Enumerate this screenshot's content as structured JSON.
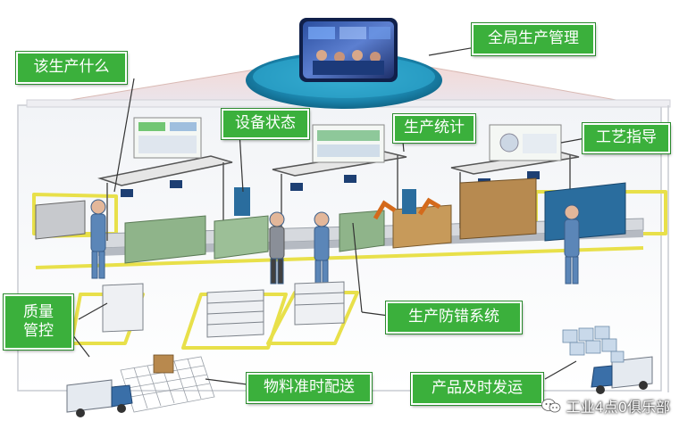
{
  "labels": {
    "global_management": "全局生产管理",
    "what_to_produce": "该生产什么",
    "equipment_status": "设备状态",
    "production_stats": "生产统计",
    "process_guidance": "工艺指导",
    "quality_control_line1": "质量",
    "quality_control_line2": "管控",
    "error_proofing": "生产防错系统",
    "material_delivery": "物料准时配送",
    "product_shipping": "产品及时发运"
  },
  "watermark": {
    "text": "工业4点0俱乐部",
    "icon": "wechat-icon"
  },
  "colors": {
    "label_green": "#3bb03c",
    "floor_yellow": "#e8e04a",
    "machine_green": "#8fb48a",
    "machine_blue": "#2a6d9e",
    "worker_blue": "#5b86b8",
    "stage_teal": "#1f7fa3"
  }
}
